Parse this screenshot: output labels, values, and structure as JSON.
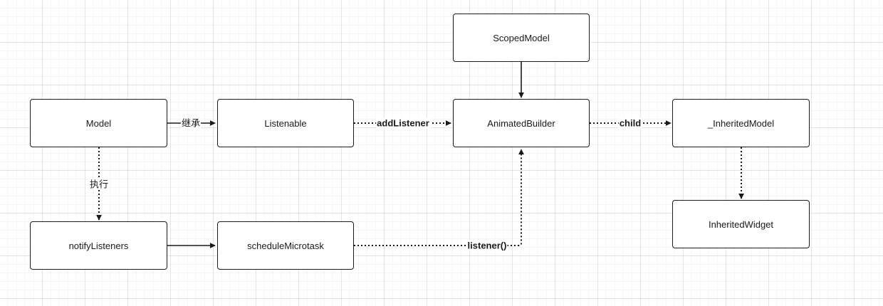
{
  "nodes": {
    "model": "Model",
    "listenable": "Listenable",
    "animated_builder": "AnimatedBuilder",
    "scoped_model": "ScopedModel",
    "inherited_model": "_InheritedModel",
    "notify_listeners": "notifyListeners",
    "schedule_microtask": "scheduleMicrotask",
    "inherited_widget": "InheritedWidget"
  },
  "edges": {
    "inherits": "继承",
    "add_listener": "addListener",
    "child": "child",
    "executes": "执行",
    "listener_call": "listener()"
  },
  "colors": {
    "stroke": "#1a1a1a",
    "background": "#ffffff",
    "grid": "#e6e6e6"
  }
}
